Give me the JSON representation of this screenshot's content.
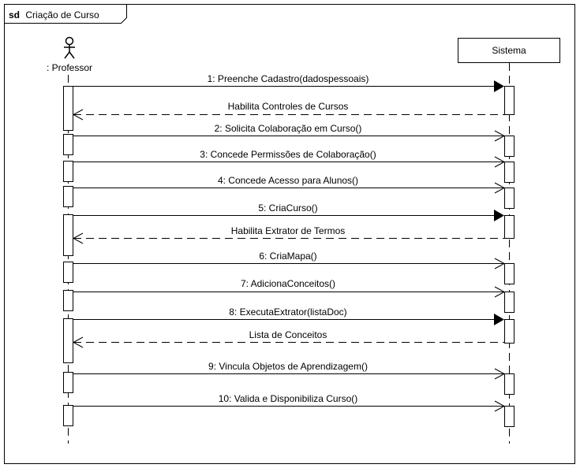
{
  "frame": {
    "keyword": "sd",
    "name": "Criação de Curso"
  },
  "lifelines": {
    "professor": {
      "name": ": Professor",
      "icon": "stick-figure-actor-icon"
    },
    "sistema": {
      "name": "Sistema"
    }
  },
  "messages": [
    {
      "label": "1: Preenche Cadastro(dadospessoais)",
      "kind": "synchronous-call"
    },
    {
      "label": "Habilita Controles de Cursos",
      "kind": "return"
    },
    {
      "label": "2: Solicita Colaboração em Curso()",
      "kind": "asynchronous-call"
    },
    {
      "label": "3: Concede Permissões de Colaboração()",
      "kind": "asynchronous-call"
    },
    {
      "label": "4: Concede Acesso para Alunos()",
      "kind": "asynchronous-call"
    },
    {
      "label": "5: CriaCurso()",
      "kind": "synchronous-call"
    },
    {
      "label": "Habilita Extrator de Termos",
      "kind": "return"
    },
    {
      "label": "6: CriaMapa()",
      "kind": "asynchronous-call"
    },
    {
      "label": "7: AdicionaConceitos()",
      "kind": "asynchronous-call"
    },
    {
      "label": "8: ExecutaExtrator(listaDoc)",
      "kind": "synchronous-call"
    },
    {
      "label": "Lista de Conceitos",
      "kind": "return"
    },
    {
      "label": "9: Vincula Objetos de Aprendizagem()",
      "kind": "asynchronous-call"
    },
    {
      "label": "10: Valida e Disponibiliza Curso()",
      "kind": "asynchronous-call"
    }
  ]
}
